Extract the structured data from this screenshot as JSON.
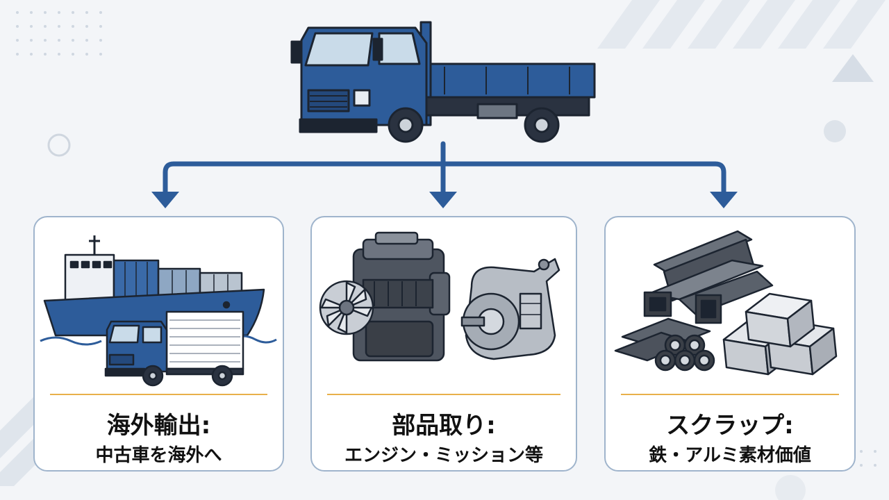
{
  "colors": {
    "accent": "#2d5c9a",
    "card_border": "#9fb4cc",
    "divider": "#e8b04a",
    "background": "#f3f5f8"
  },
  "source": {
    "icon": "flatbed-truck-icon"
  },
  "destinations": [
    {
      "id": "export",
      "icon": "cargo-ship-and-truck-icon",
      "title": "海外輸出:",
      "subtitle": "中古車を海外へ"
    },
    {
      "id": "parts",
      "icon": "engine-and-transmission-icon",
      "title": "部品取り:",
      "subtitle": "エンジン・ミッション等"
    },
    {
      "id": "scrap",
      "icon": "steel-and-aluminum-ingot-icon",
      "title": "スクラップ:",
      "subtitle": "鉄・アルミ素材価値"
    }
  ]
}
